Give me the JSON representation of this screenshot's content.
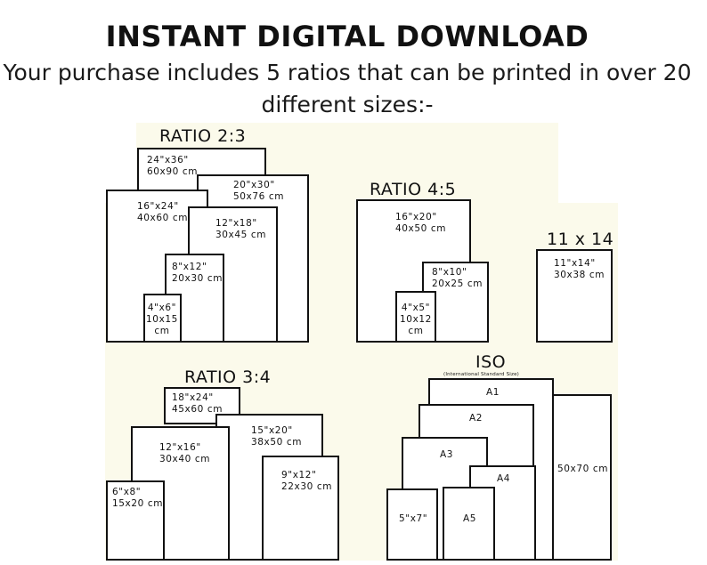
{
  "header": {
    "title": "INSTANT DIGITAL DOWNLOAD",
    "subtitle": "Your purchase includes 5 ratios that can be printed in over 20 different sizes:-"
  },
  "ratio_2_3": {
    "heading": "RATIO 2:3",
    "sizes": [
      "24\"x36\"\n60x90 cm",
      "20\"x30\"\n50x76 cm",
      "16\"x24\"\n40x60 cm",
      "12\"x18\"\n30x45 cm",
      "8\"x12\"\n20x30 cm",
      "4\"x6\"\n10x15\ncm"
    ]
  },
  "ratio_4_5": {
    "heading": "RATIO 4:5",
    "sizes": [
      "16\"x20\"\n40x50 cm",
      "8\"x10\"\n20x25 cm",
      "4\"x5\"\n10x12\ncm"
    ]
  },
  "ratio_11x14": {
    "heading": "11 x 14",
    "sizes": [
      "11\"x14\"\n30x38 cm"
    ]
  },
  "ratio_3_4": {
    "heading": "RATIO 3:4",
    "sizes": [
      "18\"x24\"\n45x60 cm",
      "15\"x20\"\n38x50 cm",
      "12\"x16\"\n30x40 cm",
      "9\"x12\"\n22x30 cm",
      "6\"x8\"\n15x20 cm"
    ]
  },
  "iso": {
    "heading": "ISO",
    "note": "(International Standard Size)",
    "sizes": [
      "A1",
      "A2",
      "A3",
      "A4",
      "A5",
      "5\"x7\"",
      "50x70 cm"
    ]
  }
}
